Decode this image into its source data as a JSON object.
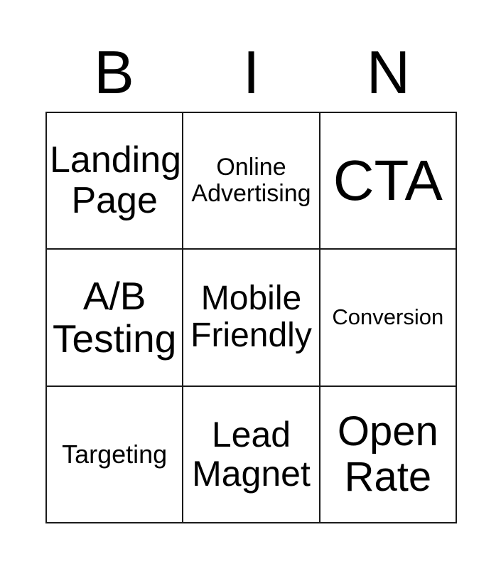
{
  "card": {
    "title": "Bingo Card",
    "columns": 3,
    "rows": 3,
    "background_color": "#ffffff",
    "border_color": "#1a1a1a",
    "text_color": "#000000"
  },
  "header": {
    "letters": [
      {
        "label": "B"
      },
      {
        "label": "I"
      },
      {
        "label": "N"
      }
    ]
  },
  "grid": {
    "cells": [
      {
        "text": "Landing\nPage",
        "name": "landing-page"
      },
      {
        "text": "Online\nAdvertising",
        "name": "online-advertising"
      },
      {
        "text": "CTA",
        "name": "cta"
      },
      {
        "text": "A/B\nTesting",
        "name": "ab-testing"
      },
      {
        "text": "Mobile\nFriendly",
        "name": "mobile-friendly"
      },
      {
        "text": "Conversion",
        "name": "conversion"
      },
      {
        "text": "Targeting",
        "name": "targeting"
      },
      {
        "text": "Lead\nMagnet",
        "name": "lead-magnet"
      },
      {
        "text": "Open\nRate",
        "name": "open-rate"
      }
    ]
  }
}
